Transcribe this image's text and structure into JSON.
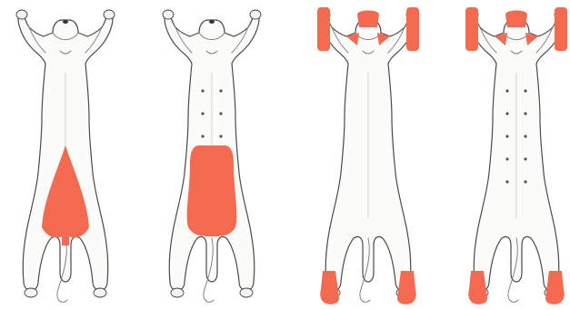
{
  "colors": {
    "highlight": "#f26a4f",
    "body_fill": "#fbfbfa",
    "outline": "#4a4a4a",
    "faint_patch": "#fdf1e6",
    "background": "#ffffff"
  },
  "figures": [
    {
      "id": "figure-1",
      "highlighted_regions": [
        "ventral-abdomen"
      ],
      "nipples_drawn": false
    },
    {
      "id": "figure-2",
      "highlighted_regions": [
        "ventral-abdomen"
      ],
      "nipples_drawn": true
    },
    {
      "id": "figure-3",
      "highlighted_regions": [
        "forepaws",
        "hindpaws",
        "ears"
      ],
      "nipples_drawn": false
    },
    {
      "id": "figure-4",
      "highlighted_regions": [
        "forepaws",
        "hindpaws",
        "ears"
      ],
      "nipples_drawn": true
    }
  ]
}
